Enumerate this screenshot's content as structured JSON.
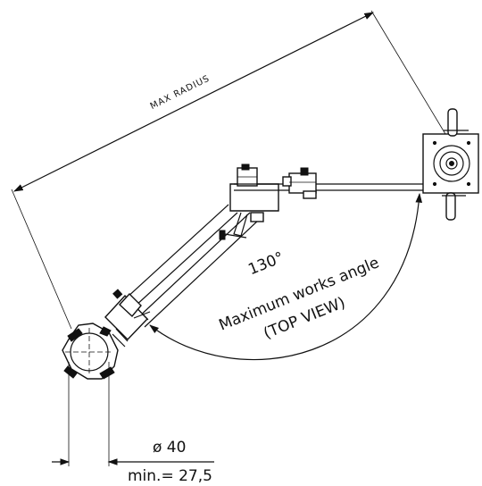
{
  "labels": {
    "max_radius": "MAX RADIUS",
    "angle_value": "130°",
    "angle_caption": "Maximum works angle",
    "angle_view": "(TOP VIEW)",
    "diameter": "ø 40",
    "minimum": "min.= 27,5"
  }
}
